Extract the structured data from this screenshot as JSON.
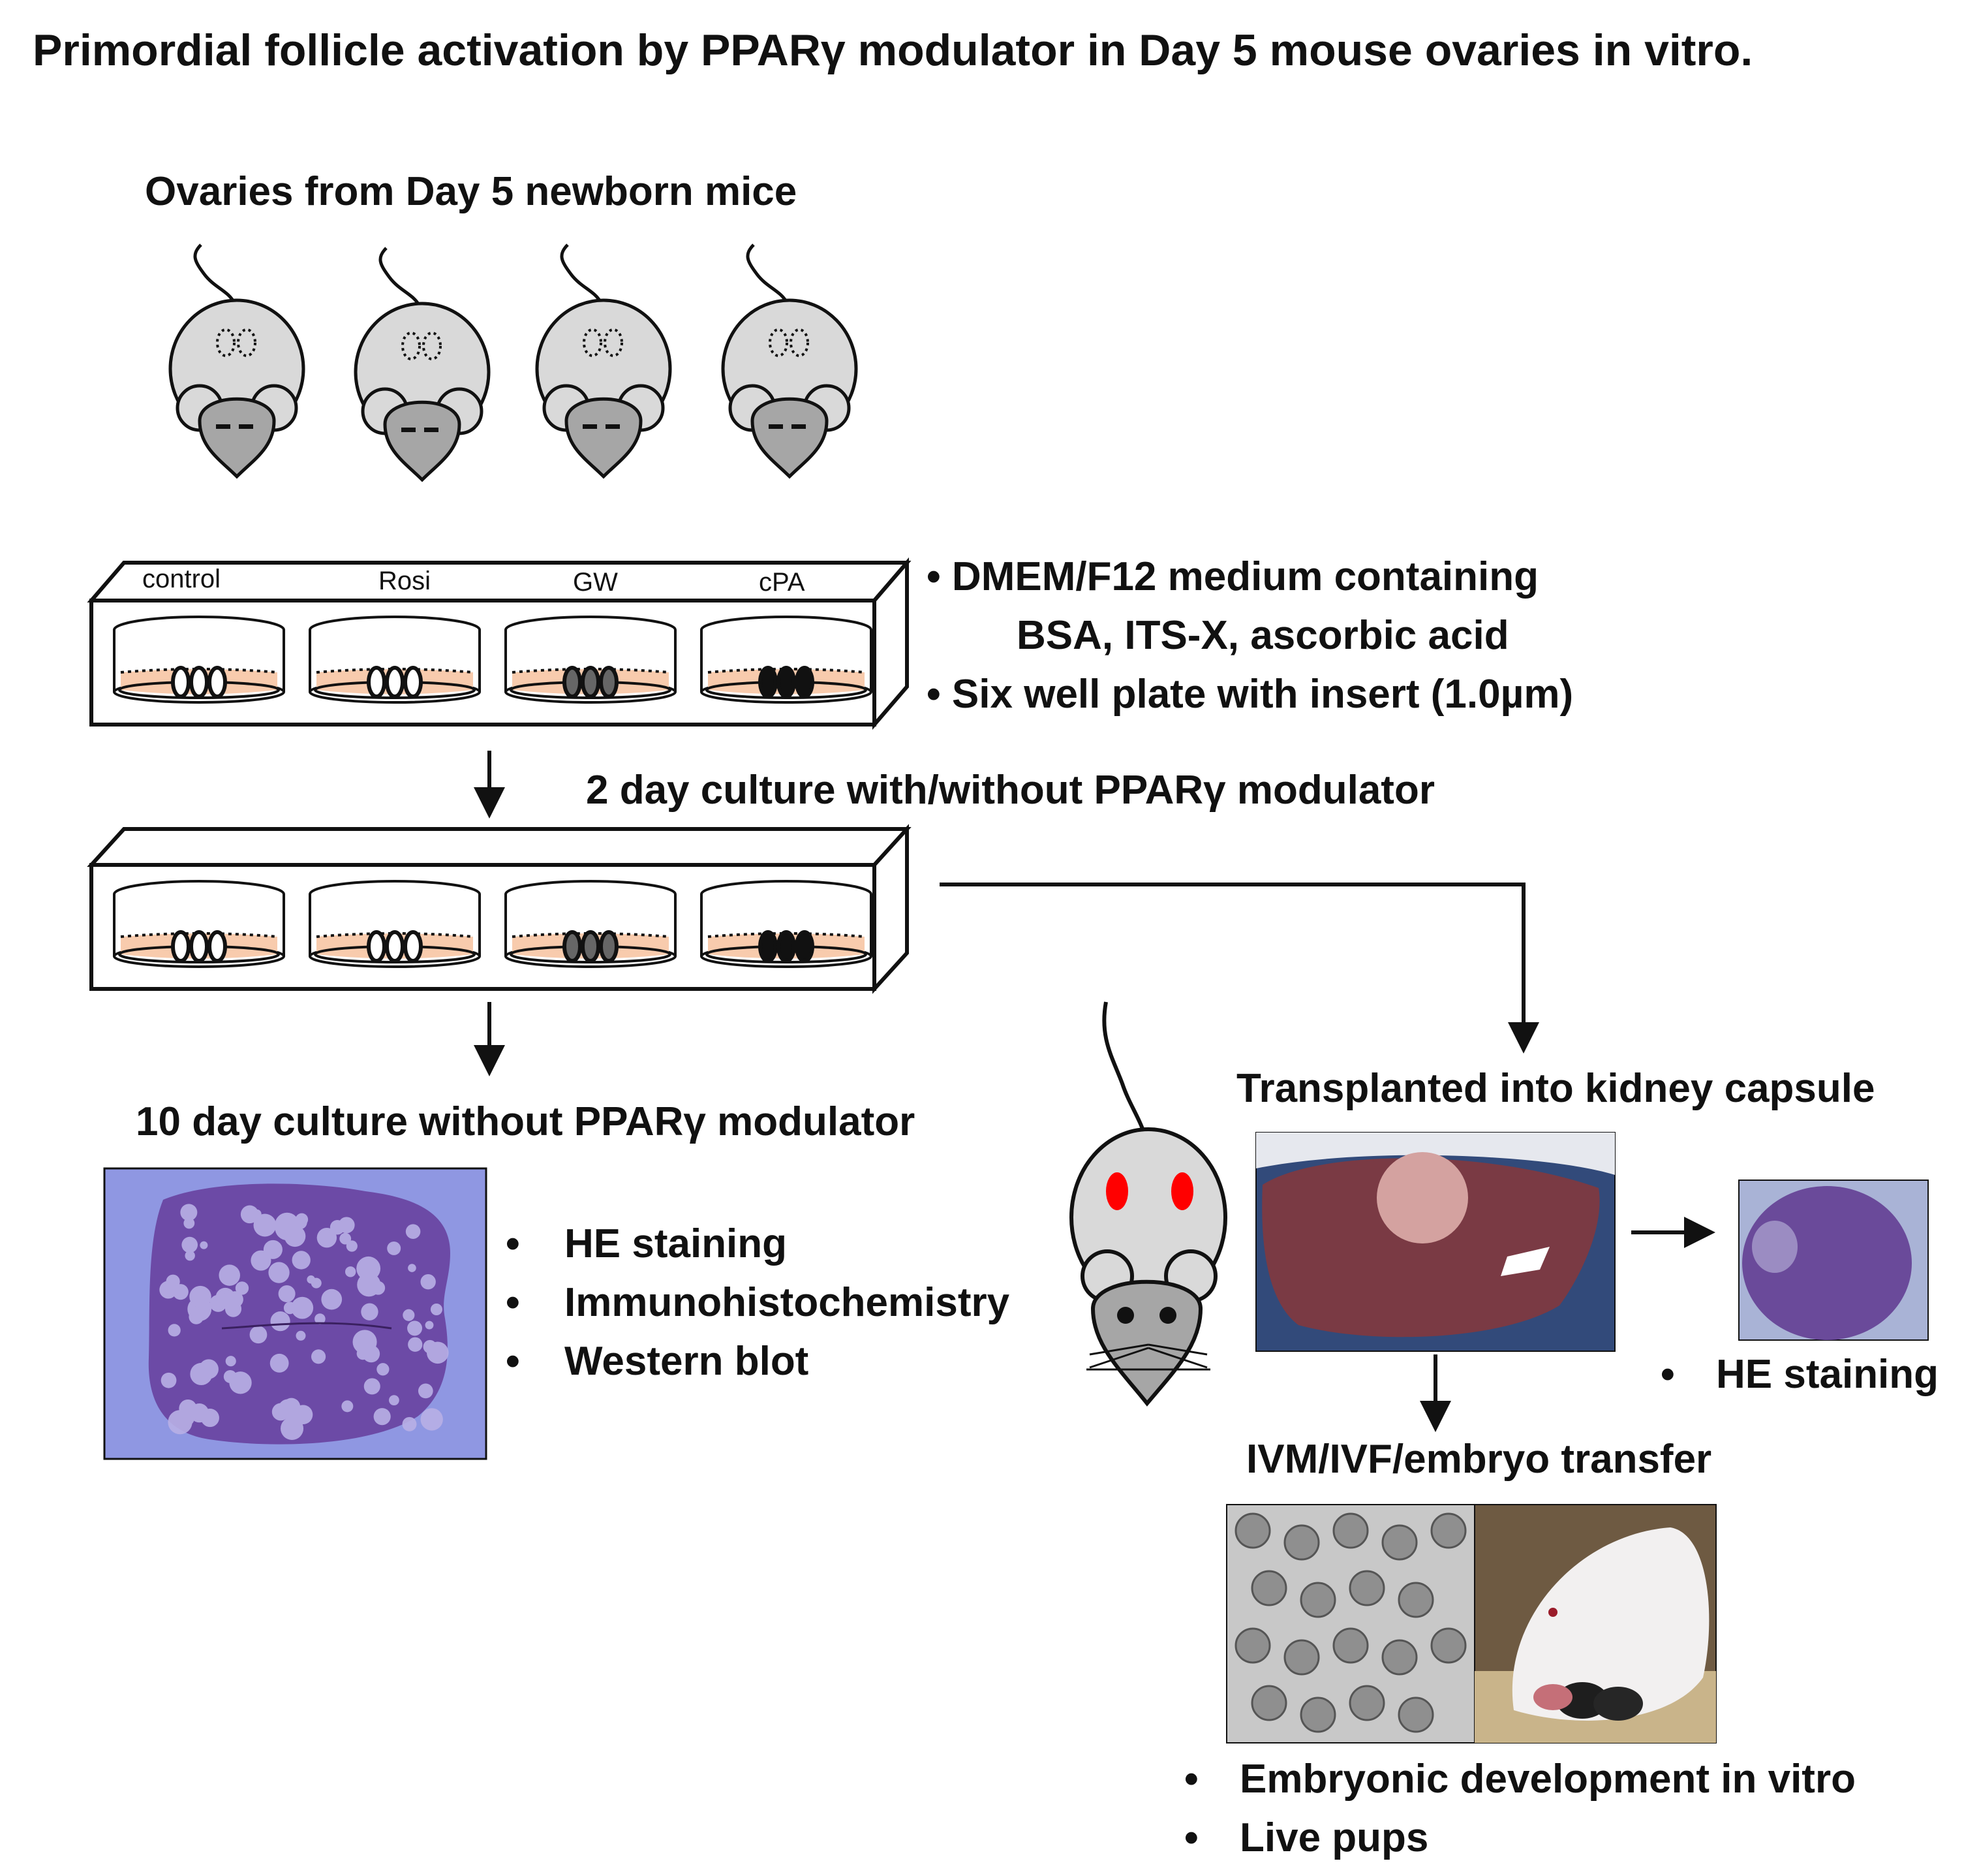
{
  "title": "Primordial follicle activation by PPARγ modulator in Day 5 mouse ovaries in vitro.",
  "step1_label": "Ovaries from Day 5 newborn mice",
  "wells": [
    "control",
    "Rosi",
    "GW",
    "cPA"
  ],
  "medium_notes": [
    "• DMEM/F12 medium containing",
    "BSA, ITS-X, ascorbic acid",
    "• Six well plate with insert (1.0µm)"
  ],
  "step2_label": "2 day culture with/without PPARγ modulator",
  "step3_label": "10 day culture without PPARγ modulator",
  "analysis_bullet": "•",
  "analysis_items": [
    "HE staining",
    "Immunohistochemistry",
    "Western blot"
  ],
  "transplant_label": "Transplanted into kidney capsule",
  "graft_bullet": "•",
  "graft_items": [
    "HE staining"
  ],
  "ivf_label": "IVM/IVF/embryo transfer",
  "outcome_bullet": "•",
  "outcome_items": [
    "Embryonic development in vitro",
    "Live pups"
  ],
  "colors": {
    "mouse_body": "#d9d9d9",
    "mouse_head": "#a6a6a6",
    "medium": "#f8cbad",
    "eye_red": "#ff0000",
    "stain_purple": "#7a55b8",
    "stain_bg": "#9aa0e6"
  }
}
